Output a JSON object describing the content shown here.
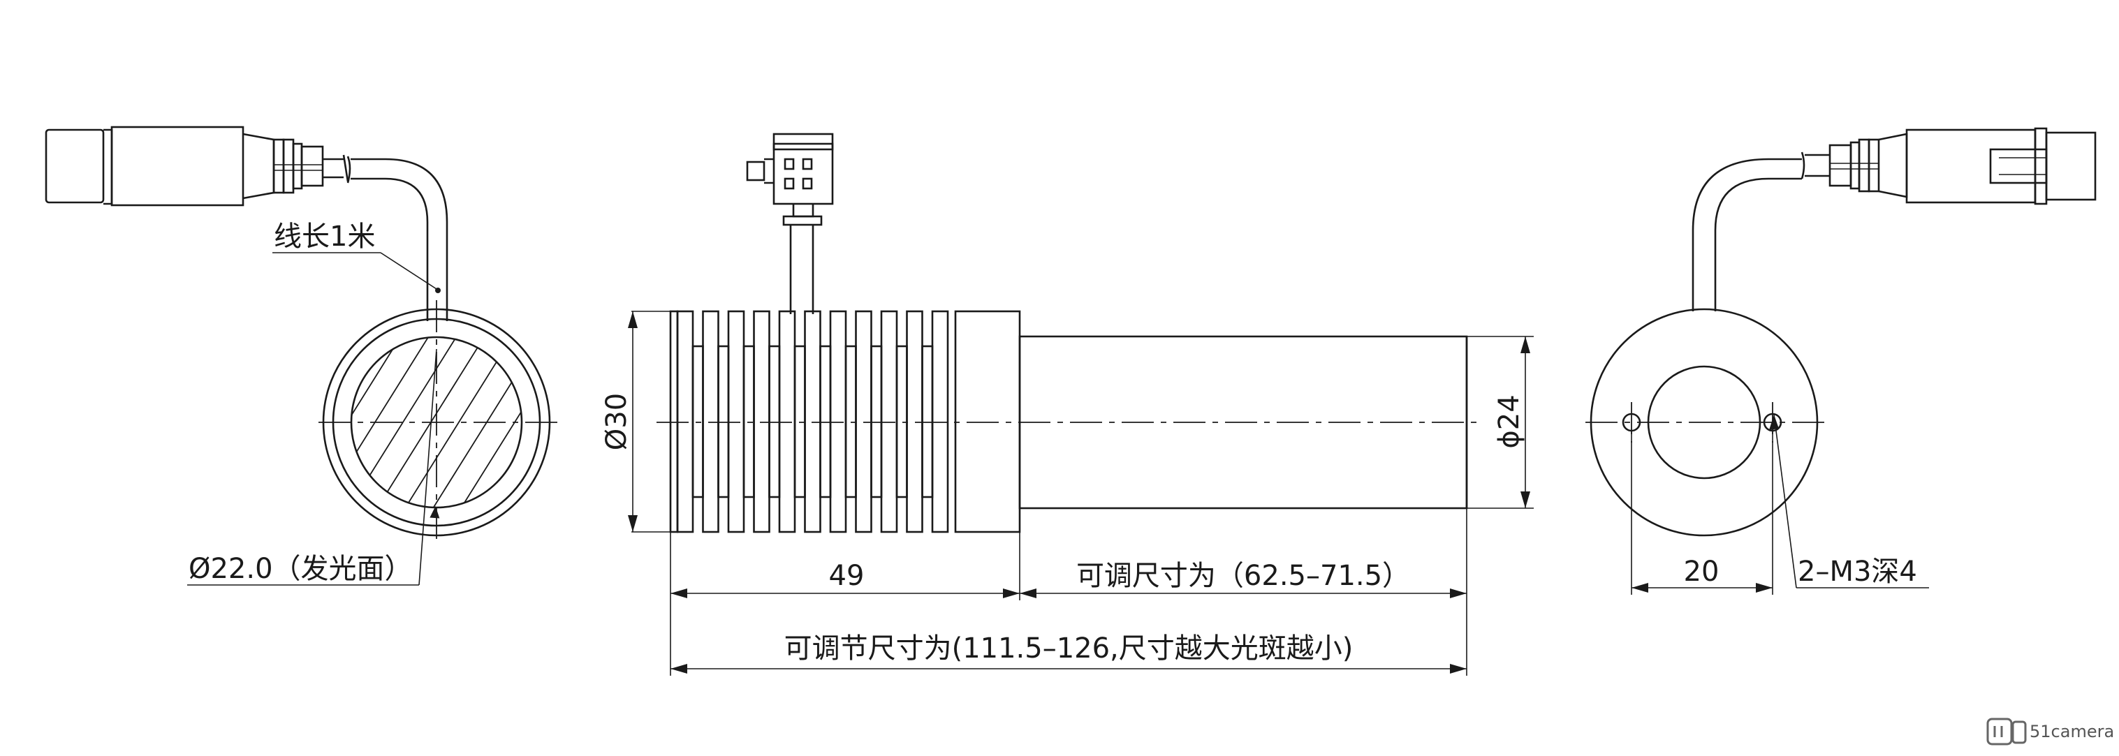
{
  "labels": {
    "cable_length": "线长1米",
    "emitting_face": "Ø22.0（发光面）",
    "dia_30": "Ø30",
    "dia_24": "ϕ24",
    "len_49": "49",
    "adjustable_tube": "可调尺寸为（62.5–71.5）",
    "adjustable_total": "可调节尺寸为(111.5–126,尺寸越大光斑越小)",
    "hole_spacing": "20",
    "mount_holes": "2–M3深4"
  },
  "watermark": {
    "brand": "51camera"
  }
}
